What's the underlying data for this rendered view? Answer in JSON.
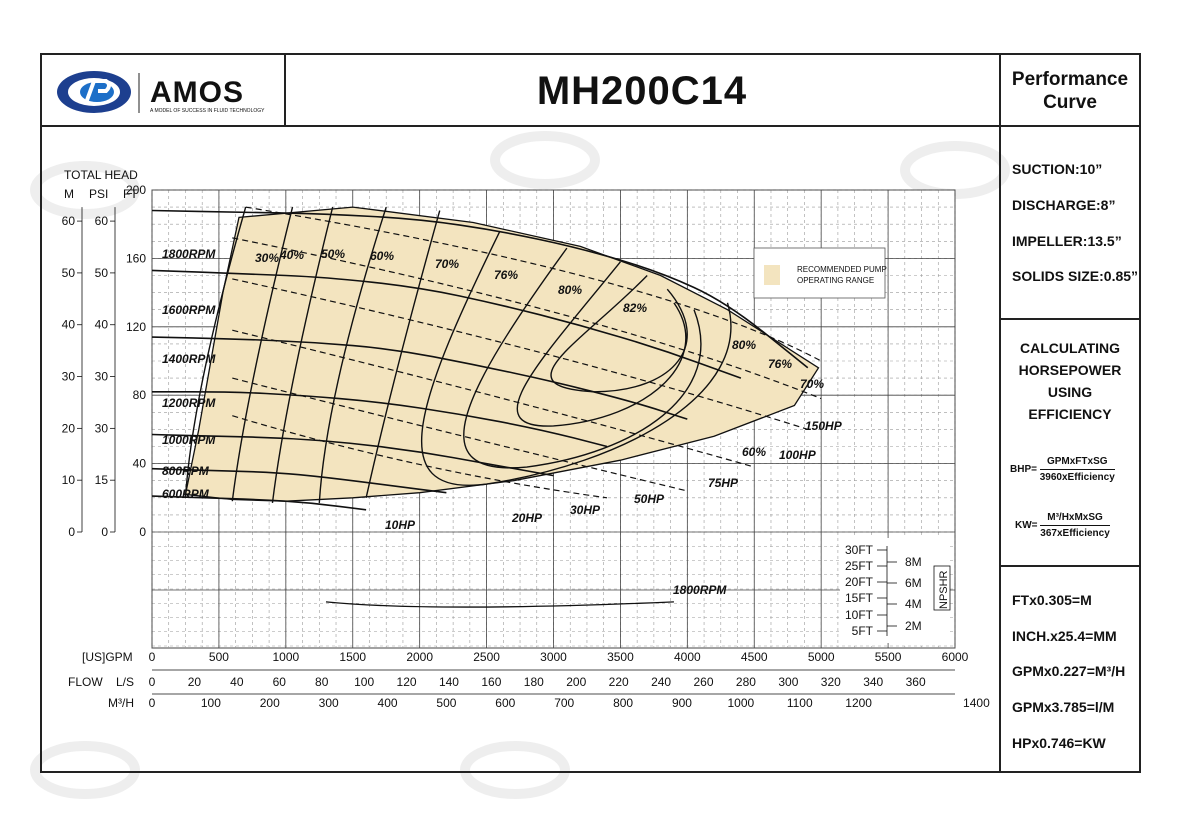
{
  "header": {
    "brand": "AMOS",
    "brand_tagline": "A MODEL OF SUCCESS IN FLUID TECHNOLOGY",
    "model": "MH200C14",
    "panel_title_line1": "Performance",
    "panel_title_line2": "Curve"
  },
  "specs": [
    "SUCTION:10”",
    "DISCHARGE:8”",
    "IMPELLER:13.5”",
    "SOLIDS SIZE:0.85”"
  ],
  "calc": {
    "heading_lines": [
      "CALCULATING",
      "HORSEPOWER",
      "USING",
      "EFFICIENCY"
    ],
    "bhp_label": "BHP=",
    "bhp_num": "GPMxFTxSG",
    "bhp_den": "3960xEfficiency",
    "kw_label": "KW=",
    "kw_num": "M³/HxMxSG",
    "kw_den": "367xEfficiency"
  },
  "conversions": [
    "FTx0.305=M",
    "INCH.x25.4=MM",
    "GPMx0.227=M³/H",
    "GPMx3.785=l/M",
    "HPx0.746=KW"
  ],
  "colors": {
    "operating_range_fill": "#f3e4bf",
    "line": "#111111",
    "grid": "#444444"
  },
  "chart_data": {
    "type": "line",
    "head_axis_title": "TOTAL HEAD",
    "head_units": [
      "M",
      "PSI",
      "FT"
    ],
    "ft_ticks": [
      0,
      40,
      80,
      120,
      160,
      200
    ],
    "m_ticks": [
      0,
      10,
      20,
      30,
      40,
      50,
      60
    ],
    "psi_ticks": [
      0,
      15,
      30,
      30,
      40,
      50,
      60
    ],
    "ylim_ft": [
      0,
      200
    ],
    "gpm_axis_label": "[US]GPM",
    "gpm_ticks": [
      0,
      500,
      1000,
      1500,
      2000,
      2500,
      3000,
      3500,
      4000,
      4500,
      5000,
      5500,
      6000
    ],
    "xlim_gpm": [
      0,
      6000
    ],
    "flow_axis_label": "FLOW",
    "ls_unit": "L/S",
    "ls_ticks": [
      0,
      20,
      40,
      60,
      80,
      100,
      120,
      140,
      160,
      180,
      200,
      220,
      240,
      260,
      280,
      300,
      320,
      340,
      360
    ],
    "m3h_unit": "M³/H",
    "m3h_ticks": [
      0,
      100,
      200,
      300,
      400,
      500,
      600,
      700,
      800,
      900,
      1000,
      1100,
      1200,
      1400
    ],
    "legend_text_line1": "RECOMMENDED PUMP",
    "legend_text_line2": "OPERATING RANGE",
    "legend_position": "top-right",
    "grid": true,
    "speed_curves": [
      {
        "name": "1800RPM",
        "x": [
          0,
          700,
          1300,
          2000,
          2600,
          3200,
          3800,
          4300,
          4900
        ],
        "y": [
          188,
          187,
          186,
          183,
          176,
          166,
          152,
          134,
          96
        ]
      },
      {
        "name": "1600RPM",
        "x": [
          0,
          700,
          1300,
          2000,
          2600,
          3200,
          3800,
          4400
        ],
        "y": [
          153,
          151,
          149,
          143,
          133,
          121,
          107,
          90
        ]
      },
      {
        "name": "1400RPM",
        "x": [
          0,
          600,
          1200,
          1800,
          2400,
          3000,
          3600,
          4000
        ],
        "y": [
          114,
          113,
          111,
          107,
          98,
          88,
          76,
          66
        ]
      },
      {
        "name": "1200RPM",
        "x": [
          0,
          600,
          1100,
          1700,
          2300,
          2900,
          3400
        ],
        "y": [
          82,
          82,
          80,
          76,
          69,
          60,
          50
        ]
      },
      {
        "name": "1000RPM",
        "x": [
          0,
          500,
          1000,
          1500,
          2000,
          2500,
          3000
        ],
        "y": [
          57,
          56,
          55,
          52,
          47,
          40,
          33
        ]
      },
      {
        "name": "800RPM",
        "x": [
          0,
          400,
          900,
          1300,
          1800,
          2200
        ],
        "y": [
          37,
          36,
          35,
          32,
          27,
          23
        ]
      },
      {
        "name": "600RPM",
        "x": [
          0,
          400,
          800,
          1200,
          1600
        ],
        "y": [
          21,
          20,
          19,
          17,
          13
        ]
      }
    ],
    "efficiency_labels": [
      "30%",
      "40%",
      "50%",
      "60%",
      "70%",
      "76%",
      "80%",
      "82%",
      "80%",
      "76%",
      "70%",
      "60%"
    ],
    "power_labels": [
      "10HP",
      "20HP",
      "30HP",
      "50HP",
      "75HP",
      "100HP",
      "150HP"
    ],
    "npshr": {
      "label": "NPSHR",
      "speed": "1800RPM",
      "ft_ticks": [
        "30FT",
        "25FT",
        "20FT",
        "15FT",
        "10FT",
        "5FT"
      ],
      "m_ticks": [
        "8M",
        "6M",
        "4M",
        "2M"
      ],
      "x": [
        1300,
        2100,
        3900
      ],
      "y_ft": [
        14,
        12,
        14
      ]
    }
  }
}
